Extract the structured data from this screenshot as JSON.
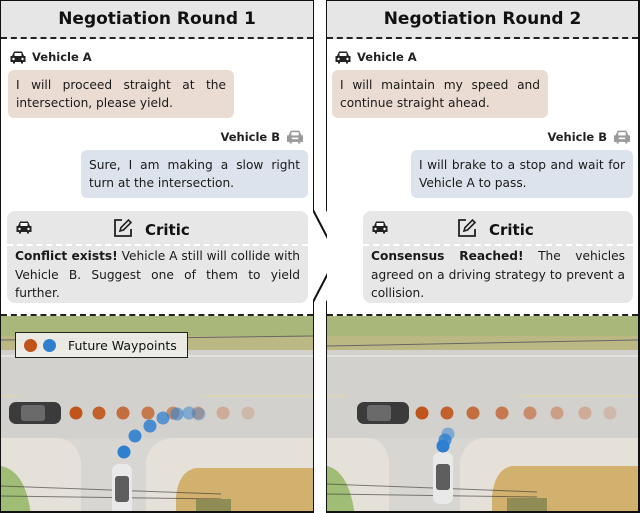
{
  "rounds": [
    {
      "title": "Negotiation Round 1",
      "vehicle_a": {
        "label": "Vehicle A",
        "message": "I will proceed straight at the intersection, please yield."
      },
      "vehicle_b": {
        "label": "Vehicle B",
        "message": "Sure, I am making a slow right turn at the intersection."
      },
      "critic": {
        "title": "Critic",
        "verdict": "Conflict exists!",
        "message": " Vehicle A still will collide with Vehicle B. Suggest one of them to yield further."
      }
    },
    {
      "title": "Negotiation Round 2",
      "vehicle_a": {
        "label": "Vehicle A",
        "message": "I will maintain my speed and continue straight ahead."
      },
      "vehicle_b": {
        "label": "Vehicle B",
        "message": "I will brake to a stop and wait for Vehicle A to pass."
      },
      "critic": {
        "title": "Critic",
        "verdict": "Consensus Reached!",
        "message": " The vehicles agreed on a driving strategy to prevent a collision."
      }
    }
  ],
  "legend": {
    "label": "Future Waypoints",
    "colors": [
      "#c0541a",
      "#2f7fcf"
    ]
  },
  "icons": {
    "vehicle_a": "car-icon",
    "vehicle_b": "car-icon",
    "critic": "edit-icon"
  },
  "colors": {
    "vehicle_a_bubble": "#ebdcd3",
    "vehicle_b_bubble": "#dde3ec",
    "critic_box": "#e7e7e7",
    "waypoint_a": "#c0541a",
    "waypoint_b": "#2f7fcf"
  }
}
